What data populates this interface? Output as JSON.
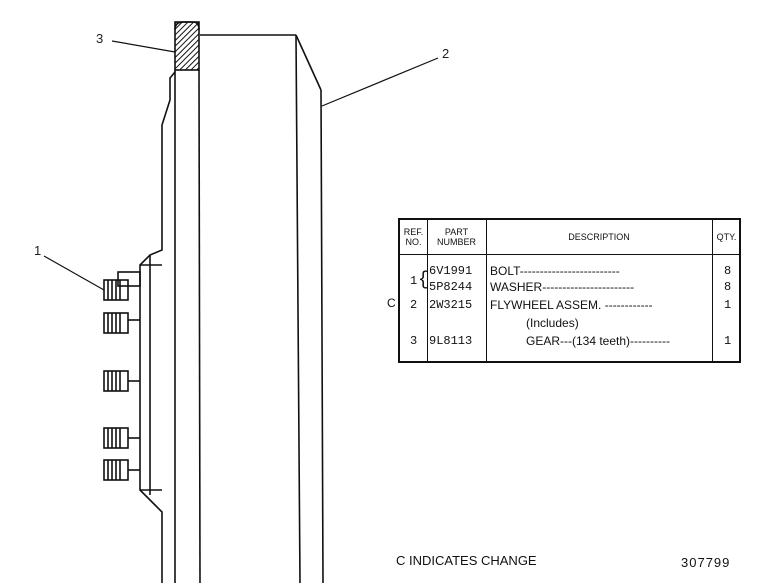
{
  "callouts": [
    "1",
    "2",
    "3"
  ],
  "table": {
    "headers": {
      "ref": "REF. NO.",
      "part": "PART NUMBER",
      "desc": "DESCRIPTION",
      "qty": "QTY."
    },
    "rows": [
      {
        "change": "",
        "ref": "1",
        "part": "6V1991",
        "desc": "BOLT-------------------------",
        "qty": "8"
      },
      {
        "change": "",
        "ref": "",
        "part": "5P8244",
        "desc": "WASHER-----------------------",
        "qty": "8"
      },
      {
        "change": "C",
        "ref": "2",
        "part": "2W3215",
        "desc": "FLYWHEEL ASSEM. ------------",
        "qty": "1"
      },
      {
        "change": "",
        "ref": "",
        "part": "",
        "desc": "(Includes)",
        "qty": ""
      },
      {
        "change": "",
        "ref": "3",
        "part": "9L8113",
        "desc": "GEAR---(134 teeth)----------",
        "qty": "1"
      }
    ]
  },
  "footer_note": "C INDICATES CHANGE",
  "drawing_number": "307799",
  "colors": {
    "ink": "#111111",
    "paper": "#ffffff"
  }
}
